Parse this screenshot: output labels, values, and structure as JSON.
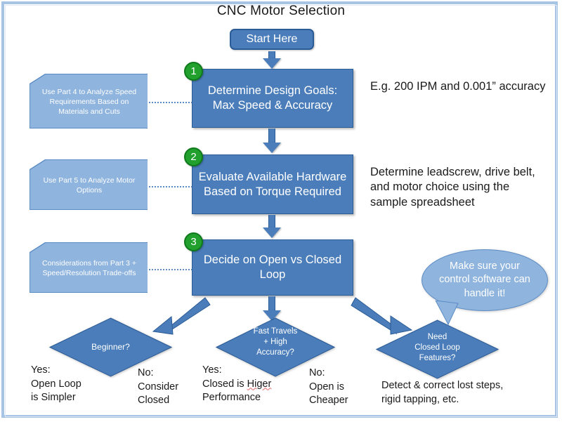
{
  "page": {
    "title": "CNC Motor Selection"
  },
  "start": {
    "label": "Start Here"
  },
  "steps": [
    {
      "number": "1",
      "box_label": "Determine Design Goals: Max Speed & Accuracy",
      "note": "Use Part 4 to Analyze Speed Requirements Based on Materials and Cuts",
      "side_text": "E.g. 200 IPM and 0.001” accuracy"
    },
    {
      "number": "2",
      "box_label": "Evaluate Available Hardware Based on Torque Required",
      "note": "Use Part 5 to Analyze Motor Options",
      "side_text": "Determine leadscrew, drive belt, and motor choice using the sample spreadsheet"
    },
    {
      "number": "3",
      "box_label": "Decide on Open vs Closed Loop",
      "note": "Considerations from Part 3 + Speed/Resolution Trade-offs",
      "side_text": ""
    }
  ],
  "decisions": [
    {
      "label": "Beginner?",
      "yes": "Yes:\nOpen Loop\nis Simpler",
      "no": "No:\nConsider\nClosed"
    },
    {
      "label": "Fast Travels\n+ High\nAccuracy?",
      "yes_line1": "Yes:",
      "yes_line2a": "Closed is ",
      "yes_line2b": "Higer",
      "yes_line3": "Performance",
      "no": "No:\nOpen is\nCheaper"
    },
    {
      "label": "Need\nClosed Loop\nFeatures?",
      "detail": "Detect & correct lost steps,\nrigid tapping, etc."
    }
  ],
  "callout": {
    "text": "Make sure your control software can handle it!"
  },
  "colors": {
    "box_fill": "#4a7dba",
    "box_stroke": "#2c5c96",
    "note_fill": "#8fb4de",
    "badge_green": "#21a02e",
    "frame_blue": "#a8c4e4",
    "text_dark": "#1a1a1a"
  }
}
